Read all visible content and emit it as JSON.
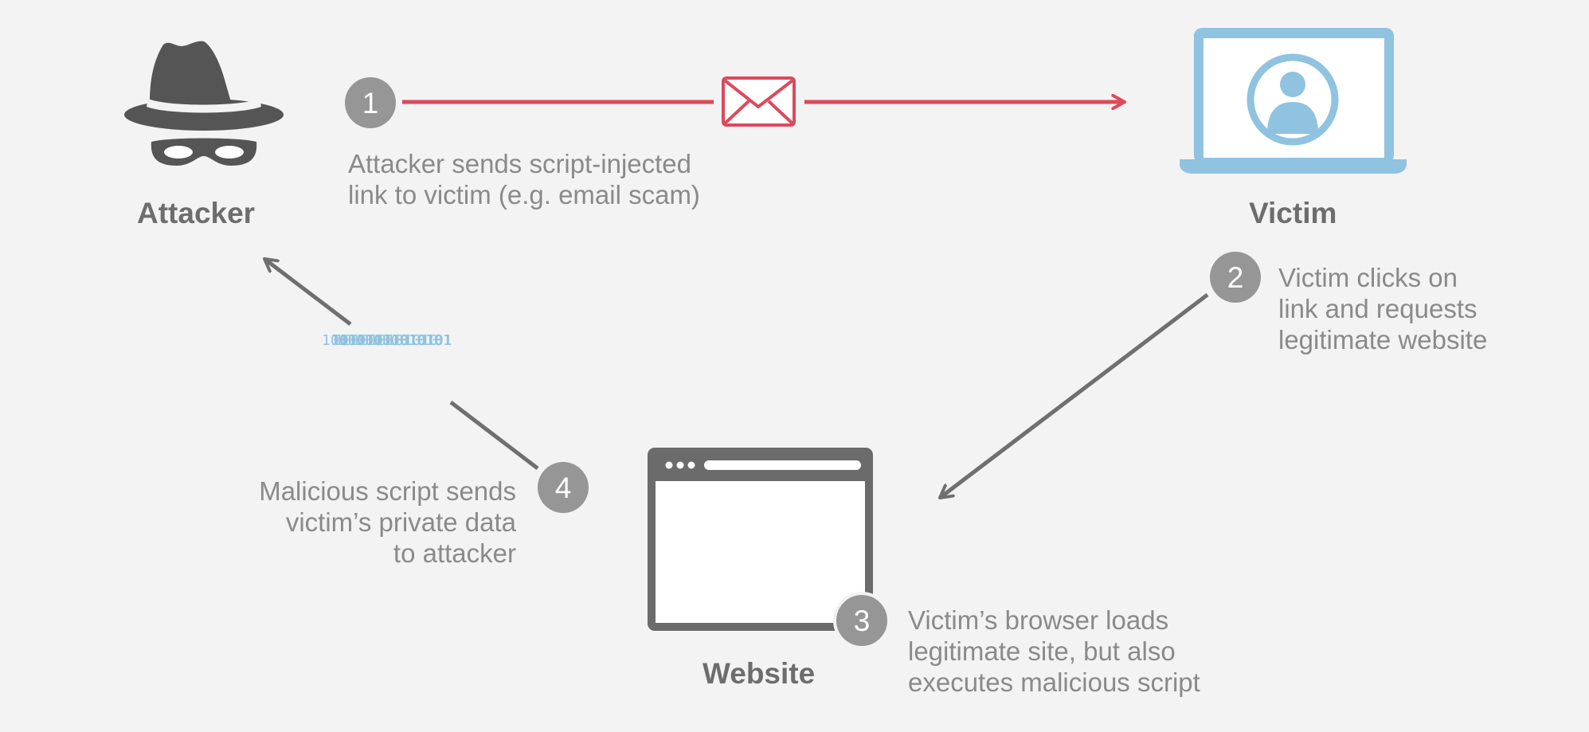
{
  "actors": {
    "attacker": {
      "label": "Attacker"
    },
    "victim": {
      "label": "Victim"
    },
    "website": {
      "label": "Website"
    }
  },
  "steps": [
    {
      "number": "1",
      "text": "Attacker sends script-injected\nlink to victim (e.g. email scam)"
    },
    {
      "number": "2",
      "text": "Victim clicks on\nlink and requests\nlegitimate website"
    },
    {
      "number": "3",
      "text": "Victim’s browser loads\nlegitimate site, but also\nexecutes malicious script"
    },
    {
      "number": "4",
      "text": "Malicious script sends\nvictim’s private data\nto attacker"
    }
  ],
  "binary_data": [
    "10101011010101",
    "10010101001010",
    " 11010101010101",
    "101010101010"
  ],
  "colors": {
    "background": "#f3f3f3",
    "dark": "#555555",
    "step_circle": "#969696",
    "arrow_gray": "#6f6f6f",
    "red": "#db4a5c",
    "victim_blue": "#8fc3e0",
    "text_gray": "#8a8a8a",
    "label_gray": "#6d6d6d"
  },
  "icons": [
    "spy-icon",
    "laptop-user-icon",
    "browser-window-icon",
    "envelope-icon",
    "arrowhead-icon"
  ]
}
